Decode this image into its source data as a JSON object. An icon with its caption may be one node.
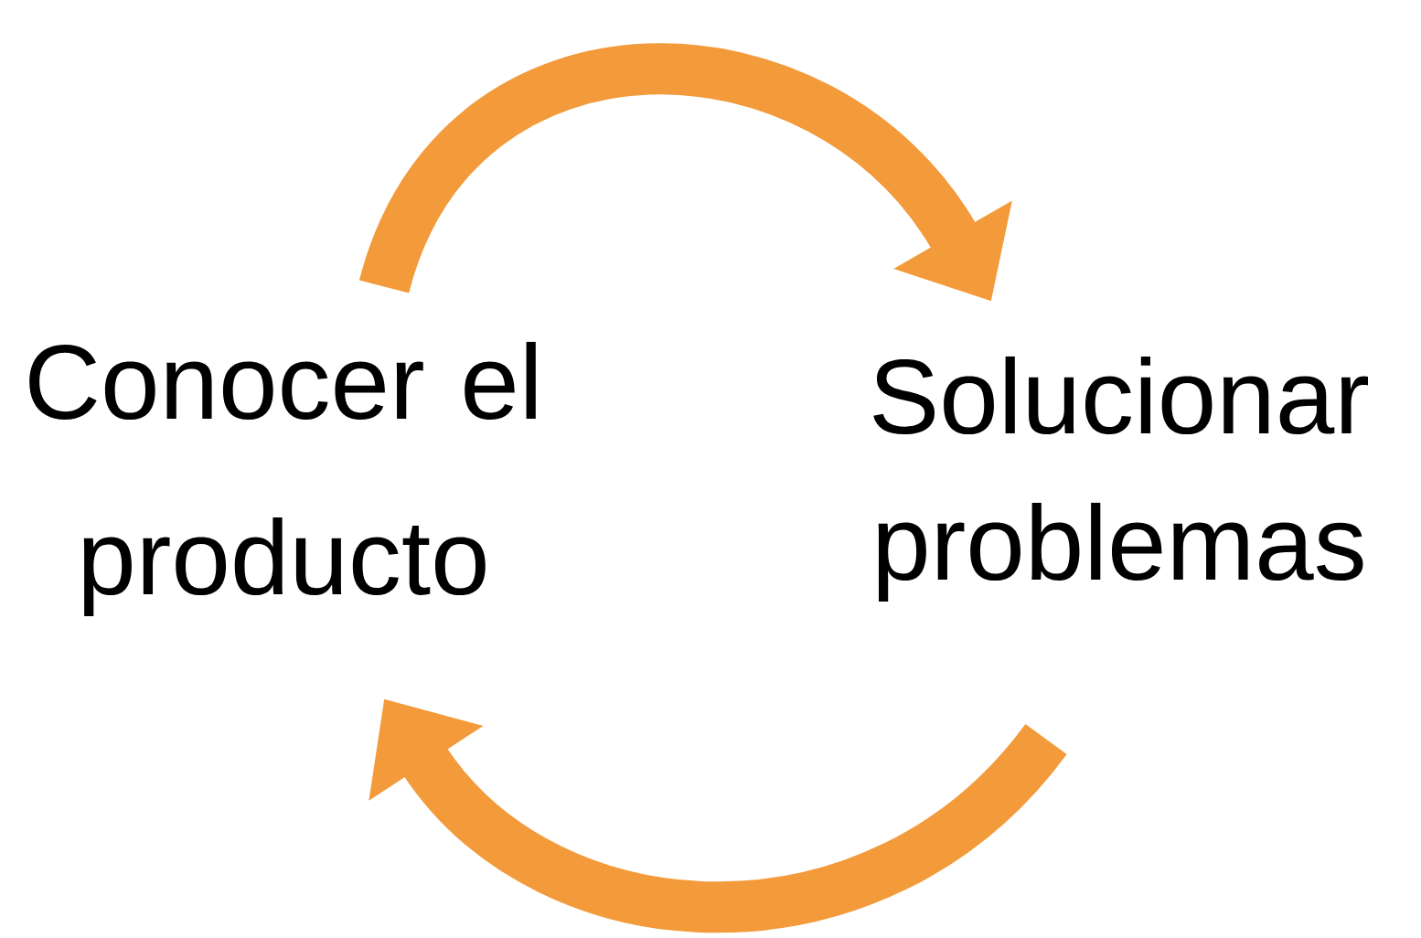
{
  "diagram": {
    "nodes": [
      {
        "text": [
          "Conocer el producto"
        ]
      },
      {
        "text": [
          "Solucionar problemas"
        ]
      }
    ],
    "edges": [
      {
        "from": 0,
        "to": 1,
        "arrow": "to"
      },
      {
        "from": 1,
        "to": 0,
        "arrow": "to"
      }
    ]
  }
}
